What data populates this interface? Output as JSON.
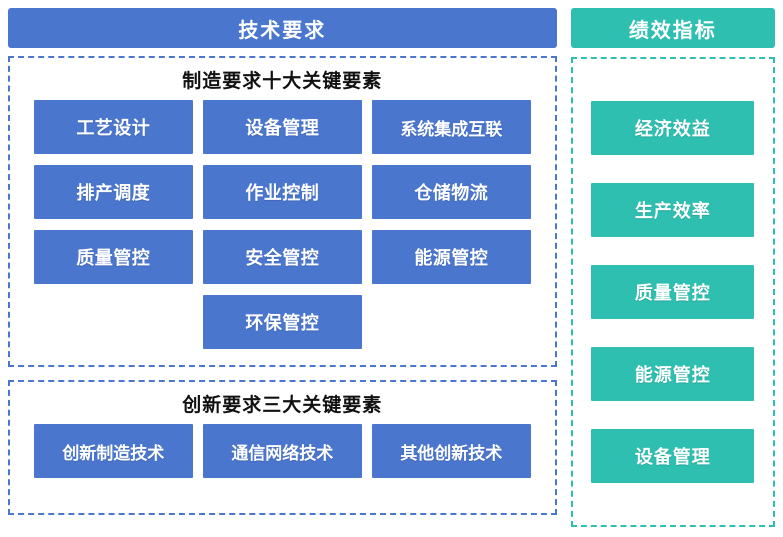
{
  "diagram": {
    "left_panel": {
      "header": "技术要求",
      "accent_color": "#4a76ce",
      "groups": [
        {
          "title": "制造要求十大关键要素",
          "items": [
            "工艺设计",
            "设备管理",
            "系统集成互联",
            "排产调度",
            "作业控制",
            "仓储物流",
            "质量管控",
            "安全管控",
            "能源管控",
            "环保管控"
          ]
        },
        {
          "title": "创新要求三大关键要素",
          "items": [
            "创新制造技术",
            "通信网络技术",
            "其他创新技术"
          ]
        }
      ]
    },
    "right_panel": {
      "header": "绩效指标",
      "accent_color": "#2fbfb1",
      "items": [
        "经济效益",
        "生产效率",
        "质量管控",
        "能源管控",
        "设备管理"
      ]
    }
  }
}
